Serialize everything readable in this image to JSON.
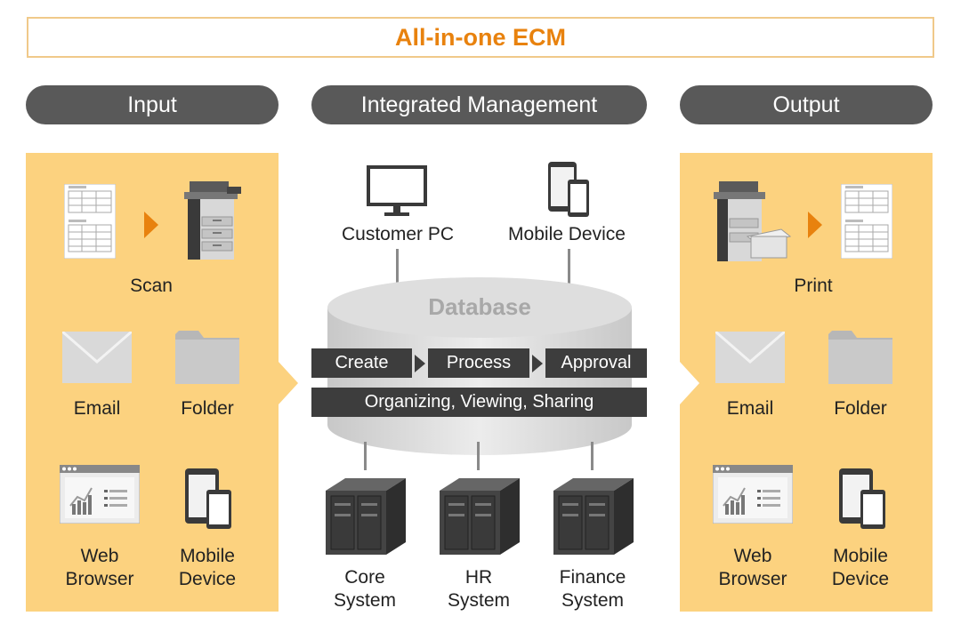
{
  "title": "All-in-one ECM",
  "headers": {
    "input": "Input",
    "integrated": "Integrated Management",
    "output": "Output"
  },
  "input_panel": {
    "scan": "Scan",
    "email": "Email",
    "folder": "Folder",
    "web_browser": [
      "Web",
      "Browser"
    ],
    "mobile_device": [
      "Mobile",
      "Device"
    ]
  },
  "center": {
    "customer_pc": "Customer PC",
    "mobile_device": "Mobile Device",
    "database": "Database",
    "workflow": [
      "Create",
      "Process",
      "Approval"
    ],
    "organizing": "Organizing, Viewing, Sharing",
    "systems": [
      {
        "line1": "Core",
        "line2": "System"
      },
      {
        "line1": "HR",
        "line2": "System"
      },
      {
        "line1": "Finance",
        "line2": "System"
      }
    ]
  },
  "output_panel": {
    "print": "Print",
    "email": "Email",
    "folder": "Folder",
    "web_browser": [
      "Web",
      "Browser"
    ],
    "mobile_device": [
      "Mobile",
      "Device"
    ]
  },
  "colors": {
    "accent": "#e8820e",
    "panel": "#fcd27f",
    "pill": "#595959",
    "bar": "#3d3d3d"
  }
}
